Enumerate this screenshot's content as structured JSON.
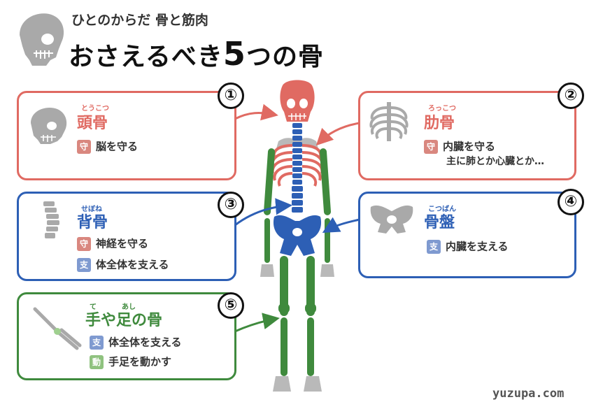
{
  "header": {
    "subtitle": "ひとのからだ 骨と筋肉",
    "title_pre": "おさえるべき",
    "title_num": "5",
    "title_post": "つの骨"
  },
  "bones": [
    {
      "number": "①",
      "reading": "とうこつ",
      "name": "頭骨",
      "color": "#e06a62",
      "functions": [
        {
          "tag": "守",
          "text": "脳を守る"
        }
      ]
    },
    {
      "number": "②",
      "reading": "ろっこつ",
      "name": "肋骨",
      "color": "#e06a62",
      "functions": [
        {
          "tag": "守",
          "text": "内臓を守る"
        }
      ],
      "note": "主に肺とか心臓とか…"
    },
    {
      "number": "③",
      "reading": "せぼね",
      "name": "背骨",
      "color": "#2d5fb5",
      "functions": [
        {
          "tag": "守",
          "text": "神経を守る"
        },
        {
          "tag": "支",
          "text": "体全体を支える"
        }
      ]
    },
    {
      "number": "④",
      "reading": "こつばん",
      "name": "骨盤",
      "color": "#2d5fb5",
      "functions": [
        {
          "tag": "支",
          "text": "内臓を支える"
        }
      ]
    },
    {
      "number": "⑤",
      "reading_1": "て",
      "reading_2": "あし",
      "name": "手や足の骨",
      "color": "#3f8a3d",
      "functions": [
        {
          "tag": "支",
          "text": "体全体を支える"
        },
        {
          "tag": "動",
          "text": "手足を動かす"
        }
      ]
    }
  ],
  "colors": {
    "protect": "#e06a62",
    "support": "#2d5fb5",
    "limbs": "#3f8a3d",
    "gray": "#a9a9a9"
  },
  "icons": [
    "skull-icon",
    "ribcage-icon",
    "spine-icon",
    "pelvis-icon",
    "leg-bone-icon",
    "skeleton-figure"
  ],
  "credit": "yuzupa.com"
}
